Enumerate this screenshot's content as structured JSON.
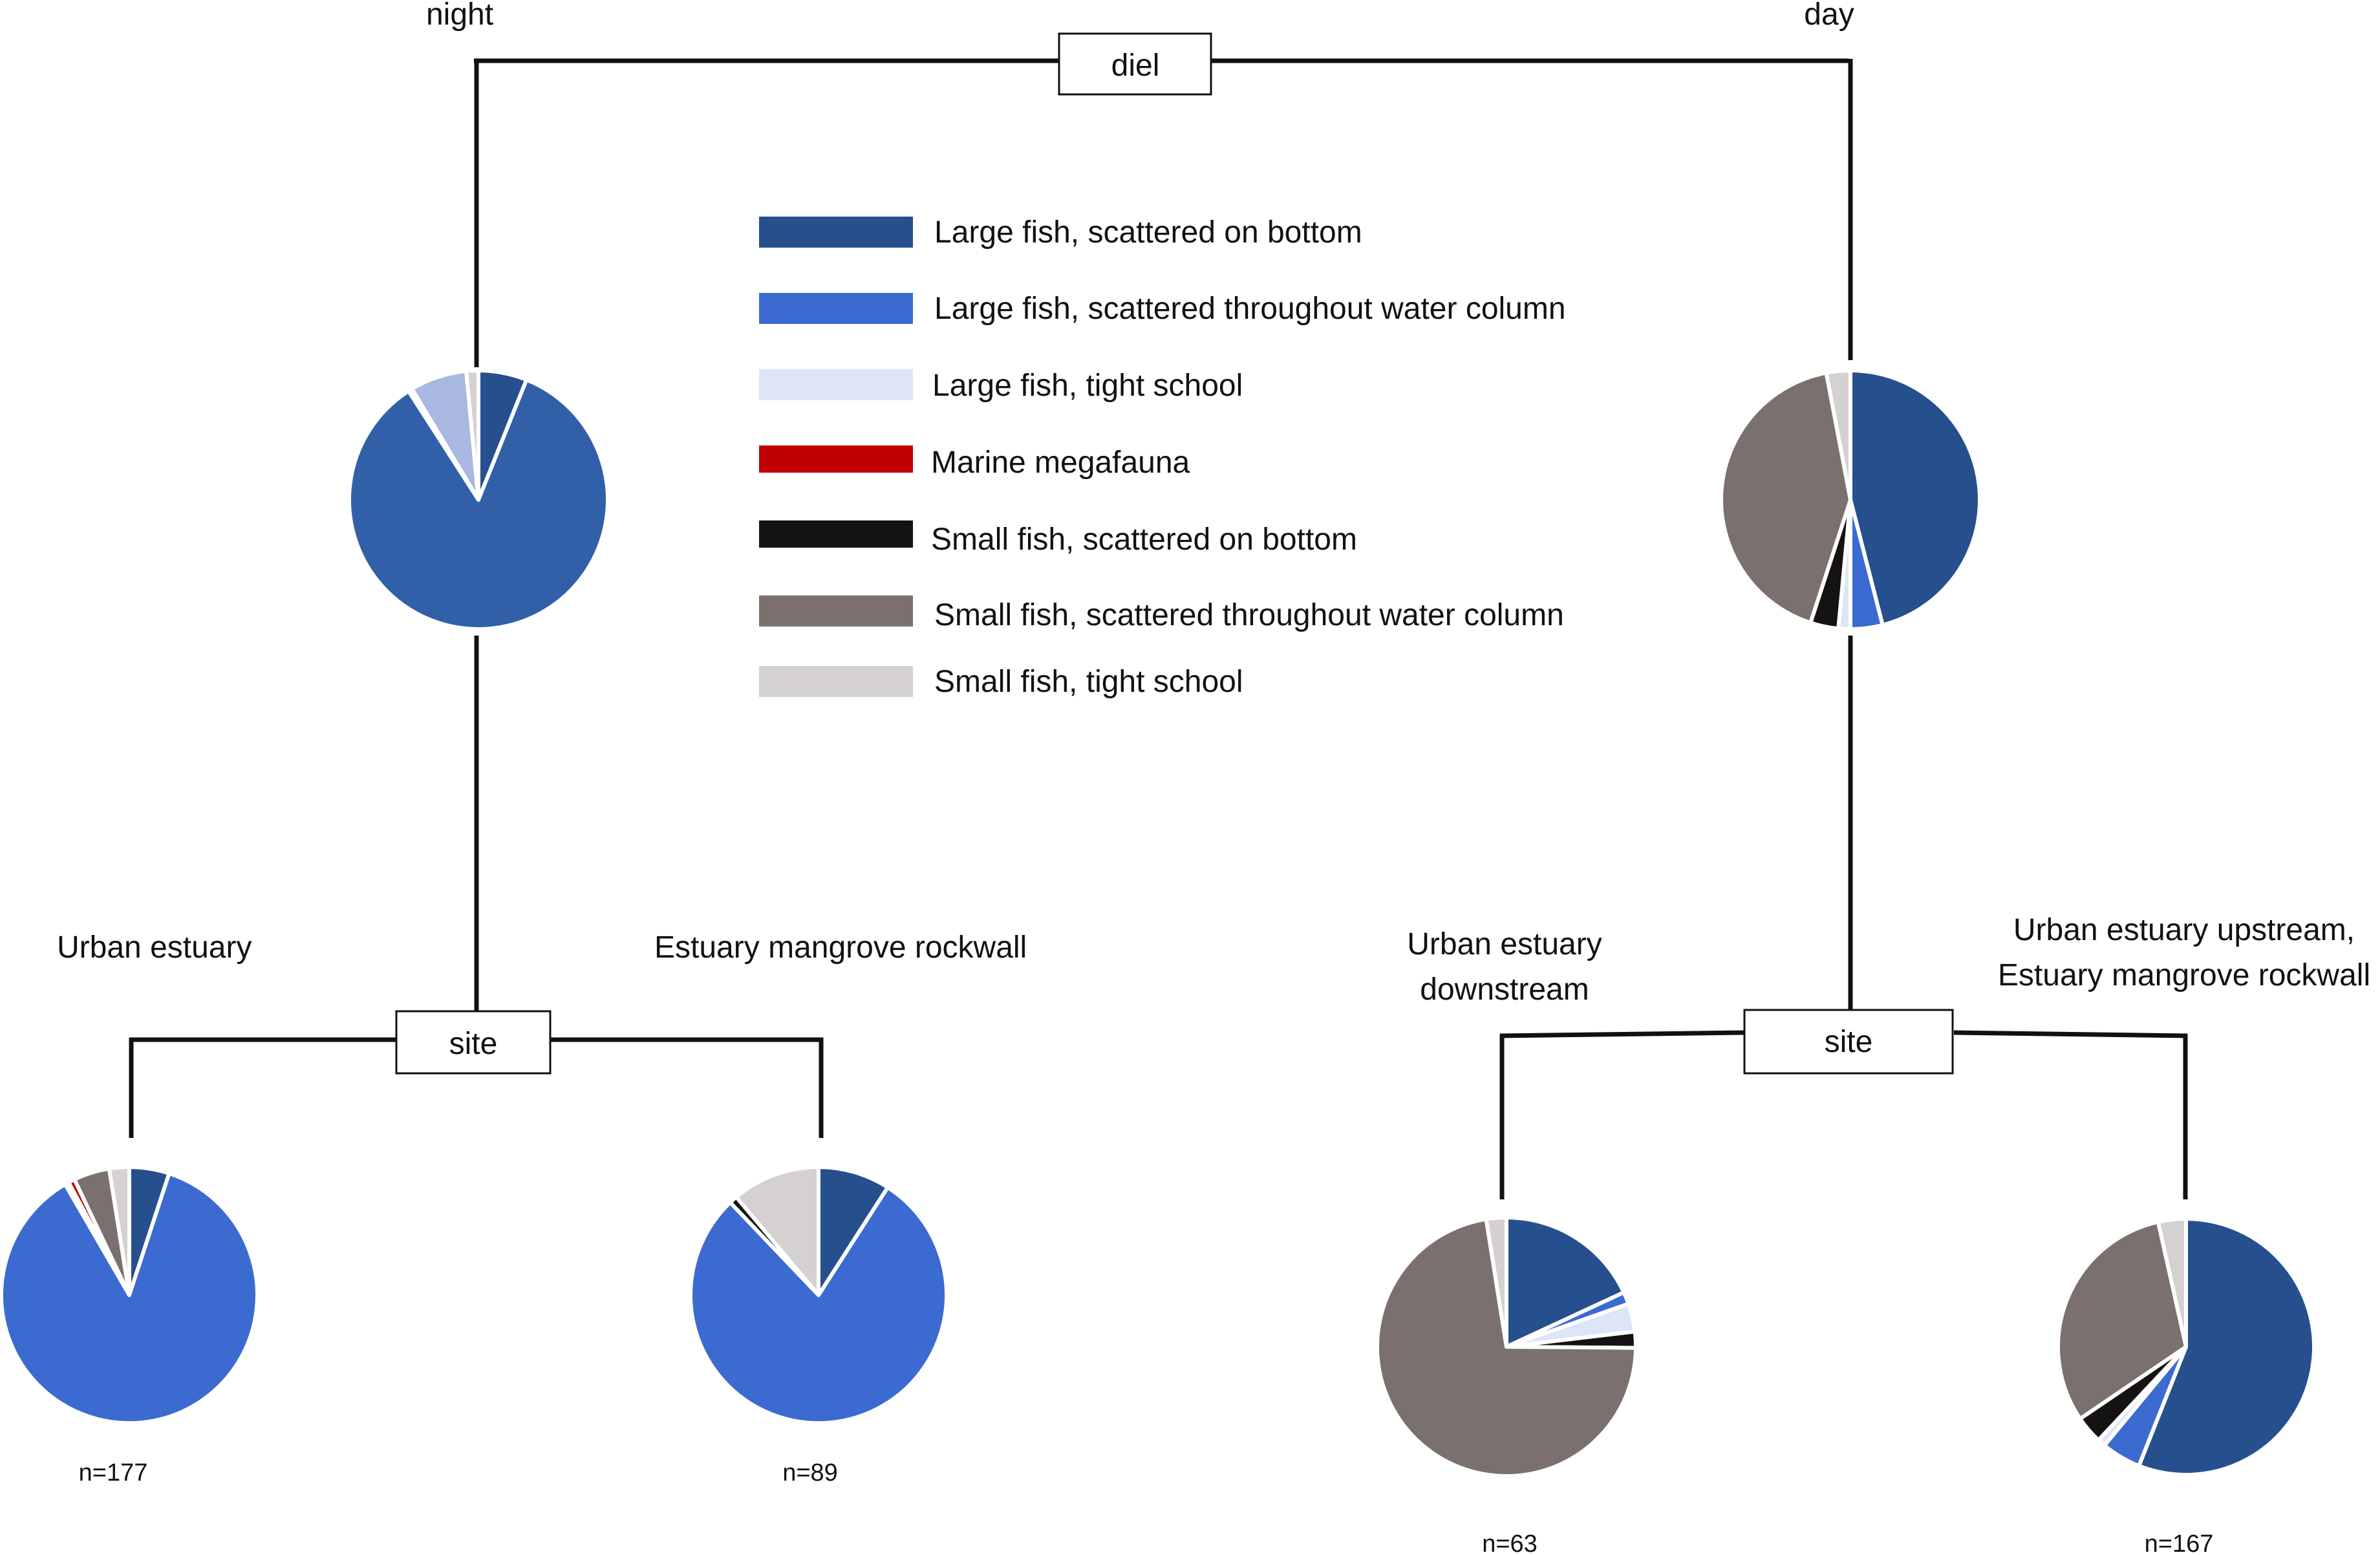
{
  "diagram": {
    "top_node": "diel",
    "site_node": "site",
    "night_label": "night",
    "day_label": "day",
    "night_site_left_label": "Urban estuary",
    "night_site_right_label": "Estuary mangrove rockwall",
    "day_site_left_label": [
      "Urban estuary",
      "downstream"
    ],
    "day_site_right_label": [
      "Urban estuary upstream,",
      "Estuary mangrove rockwall"
    ]
  },
  "legend": [
    {
      "label": "Large fish, scattered on bottom",
      "color": "#264f8d"
    },
    {
      "label": "Large fish, scattered throughout water column",
      "color": "#3b6bd0"
    },
    {
      "label": "Large fish, tight school",
      "color": "#dce6f8"
    },
    {
      "label": "Marine megafauna",
      "color": "#c00000"
    },
    {
      "label": "Small fish, scattered on bottom",
      "color": "#141213"
    },
    {
      "label": "Small fish, scattered throughout water column",
      "color": "#7a716e"
    },
    {
      "label": "Small fish, tight school",
      "color": "#d5d1d2"
    }
  ],
  "chart_data": [
    {
      "type": "pie",
      "group": "night",
      "n": "",
      "slices": [
        {
          "category": "Large fish, scattered on bottom",
          "value": 6,
          "color": "#264f8d"
        },
        {
          "category": "Large fish, scattered throughout water column",
          "value": 84,
          "color": "#3260a8"
        },
        {
          "category": "Large fish, tight school",
          "value": 0.5,
          "color": "#dce6f8"
        },
        {
          "category": "Small fish, scattered throughout water column",
          "value": 7,
          "color": "#a9b8e0"
        },
        {
          "category": "Small fish, tight school",
          "value": 1.5,
          "color": "#d5d1d2"
        }
      ]
    },
    {
      "type": "pie",
      "group": "day",
      "n": "",
      "slices": [
        {
          "category": "Large fish, scattered on bottom",
          "value": 46,
          "color": "#264f8d"
        },
        {
          "category": "Large fish, scattered throughout water column",
          "value": 4,
          "color": "#3b6bd0"
        },
        {
          "category": "Large fish, tight school",
          "value": 1.5,
          "color": "#dce6f8"
        },
        {
          "category": "Small fish, scattered on bottom",
          "value": 3.5,
          "color": "#141213"
        },
        {
          "category": "Small fish, scattered throughout water column",
          "value": 42,
          "color": "#7a716e"
        },
        {
          "category": "Small fish, tight school",
          "value": 3,
          "color": "#d5d1d2"
        }
      ]
    },
    {
      "type": "pie",
      "group": "night / Urban estuary",
      "n": "n=177",
      "slices": [
        {
          "category": "Large fish, scattered on bottom",
          "value": 5,
          "color": "#264f8d"
        },
        {
          "category": "Large fish, scattered throughout water column",
          "value": 86,
          "color": "#3b6bd0"
        },
        {
          "category": "Large fish, tight school",
          "value": 0.5,
          "color": "#dce6f8"
        },
        {
          "category": "Marine megafauna",
          "value": 0.8,
          "color": "#c00000"
        },
        {
          "category": "Small fish, scattered throughout water column",
          "value": 4.5,
          "color": "#7a716e"
        },
        {
          "category": "Small fish, tight school",
          "value": 2.5,
          "color": "#d5d1d2"
        }
      ]
    },
    {
      "type": "pie",
      "group": "night / Estuary mangrove rockwall",
      "n": "n=89",
      "slices": [
        {
          "category": "Large fish, scattered on bottom",
          "value": 9,
          "color": "#264f8d"
        },
        {
          "category": "Large fish, scattered throughout water column",
          "value": 78,
          "color": "#3b6bd0"
        },
        {
          "category": "Small fish, scattered on bottom",
          "value": 1,
          "color": "#141213"
        },
        {
          "category": "Small fish, tight school",
          "value": 11,
          "color": "#d5d1d2"
        }
      ]
    },
    {
      "type": "pie",
      "group": "day / Urban estuary downstream",
      "n": "n=63",
      "slices": [
        {
          "category": "Large fish, scattered on bottom",
          "value": 18,
          "color": "#264f8d"
        },
        {
          "category": "Large fish, scattered throughout water column",
          "value": 1.5,
          "color": "#3b6bd0"
        },
        {
          "category": "Large fish, tight school",
          "value": 3.5,
          "color": "#dce6f8"
        },
        {
          "category": "Small fish, scattered on bottom",
          "value": 2,
          "color": "#141213"
        },
        {
          "category": "Small fish, scattered throughout water column",
          "value": 72,
          "color": "#7a716e"
        },
        {
          "category": "Small fish, tight school",
          "value": 2.5,
          "color": "#d5d1d2"
        }
      ]
    },
    {
      "type": "pie",
      "group": "day / Urban estuary upstream, Estuary mangrove rockwall",
      "n": "n=167",
      "slices": [
        {
          "category": "Large fish, scattered on bottom",
          "value": 56,
          "color": "#264f8d"
        },
        {
          "category": "Large fish, scattered throughout water column",
          "value": 5,
          "color": "#3b6bd0"
        },
        {
          "category": "Large fish, tight school",
          "value": 1,
          "color": "#dce6f8"
        },
        {
          "category": "Small fish, scattered on bottom",
          "value": 3.5,
          "color": "#141213"
        },
        {
          "category": "Small fish, scattered throughout water column",
          "value": 31,
          "color": "#7a716e"
        },
        {
          "category": "Small fish, tight school",
          "value": 3.5,
          "color": "#d5d1d2"
        }
      ]
    }
  ]
}
